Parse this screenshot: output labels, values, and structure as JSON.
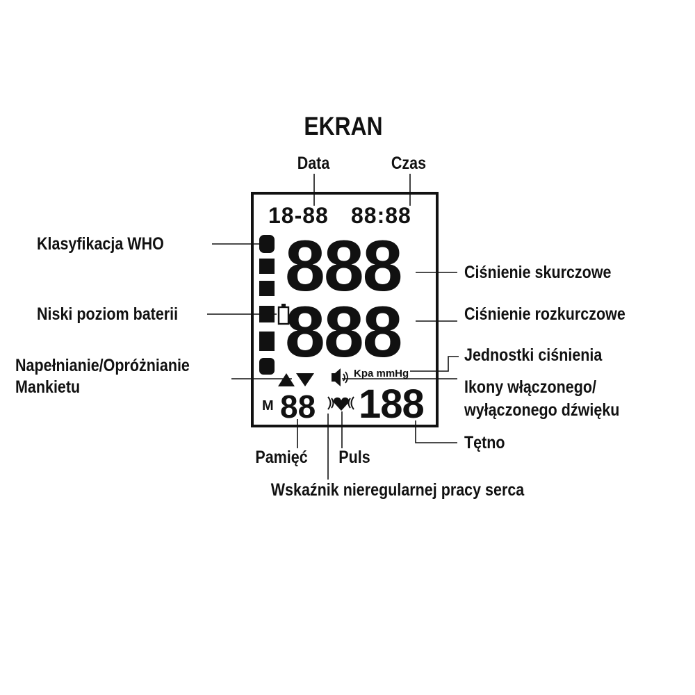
{
  "title": "EKRAN",
  "labels": {
    "date": "Data",
    "time": "Czas",
    "who": "Klasyfikacja WHO",
    "battery": "Niski poziom baterii",
    "cuff_line1": "Napełnianie/Opróżnianie",
    "cuff_line2": "Mankietu",
    "systolic": "Ciśnienie skurczowe",
    "diastolic": "Ciśnienie rozkurczowe",
    "units": "Jednostki ciśnienia",
    "sound_line1": "Ikony włączonego/",
    "sound_line2": "wyłączonego dźwięku",
    "pulse_rate": "Tętno",
    "memory": "Pamięć",
    "pulse": "Puls",
    "irregular": "Wskaźnik nieregularnej pracy serca"
  },
  "lcd": {
    "date_digits": "18-88",
    "time_digits": "88:88",
    "systolic_digits": "888",
    "diastolic_digits": "888",
    "units_text": "Kpa mmHg",
    "memory_letter": "M",
    "memory_digits": "88",
    "pulse_digits": "188"
  },
  "colors": {
    "ink": "#111111",
    "background": "#ffffff"
  },
  "icons": [
    "battery-icon",
    "triangle-up-icon",
    "triangle-down-icon",
    "speaker-icon",
    "heart-icon"
  ]
}
